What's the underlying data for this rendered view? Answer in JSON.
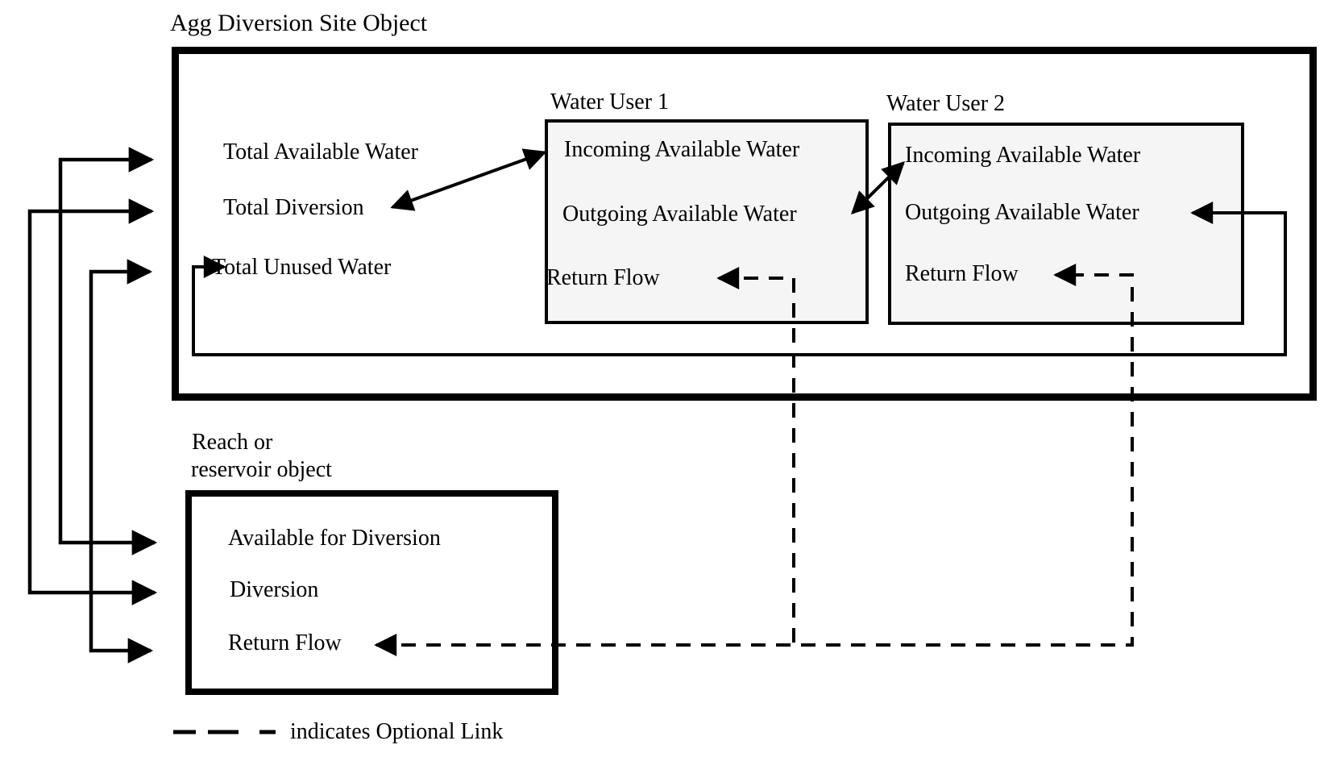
{
  "diagram": {
    "title": "Agg Diversion Site Object",
    "colors": {
      "line": "#000000",
      "user_box_fill": "#f5f5f5",
      "background": "#ffffff"
    },
    "agg_site": {
      "slots": [
        "Total Available Water",
        "Total Diversion",
        "Total Unused Water"
      ]
    },
    "water_user_1": {
      "label": "Water User 1",
      "slots": [
        "Incoming Available Water",
        "Outgoing Available Water",
        "Return Flow"
      ]
    },
    "water_user_2": {
      "label": "Water User 2",
      "slots": [
        "Incoming Available Water",
        "Outgoing Available Water",
        "Return Flow"
      ]
    },
    "reach": {
      "label_line1": "Reach or",
      "label_line2": "reservoir object",
      "slots": [
        "Available for Diversion",
        "Diversion",
        "Return Flow"
      ]
    },
    "legend": {
      "text": "indicates Optional Link"
    }
  }
}
